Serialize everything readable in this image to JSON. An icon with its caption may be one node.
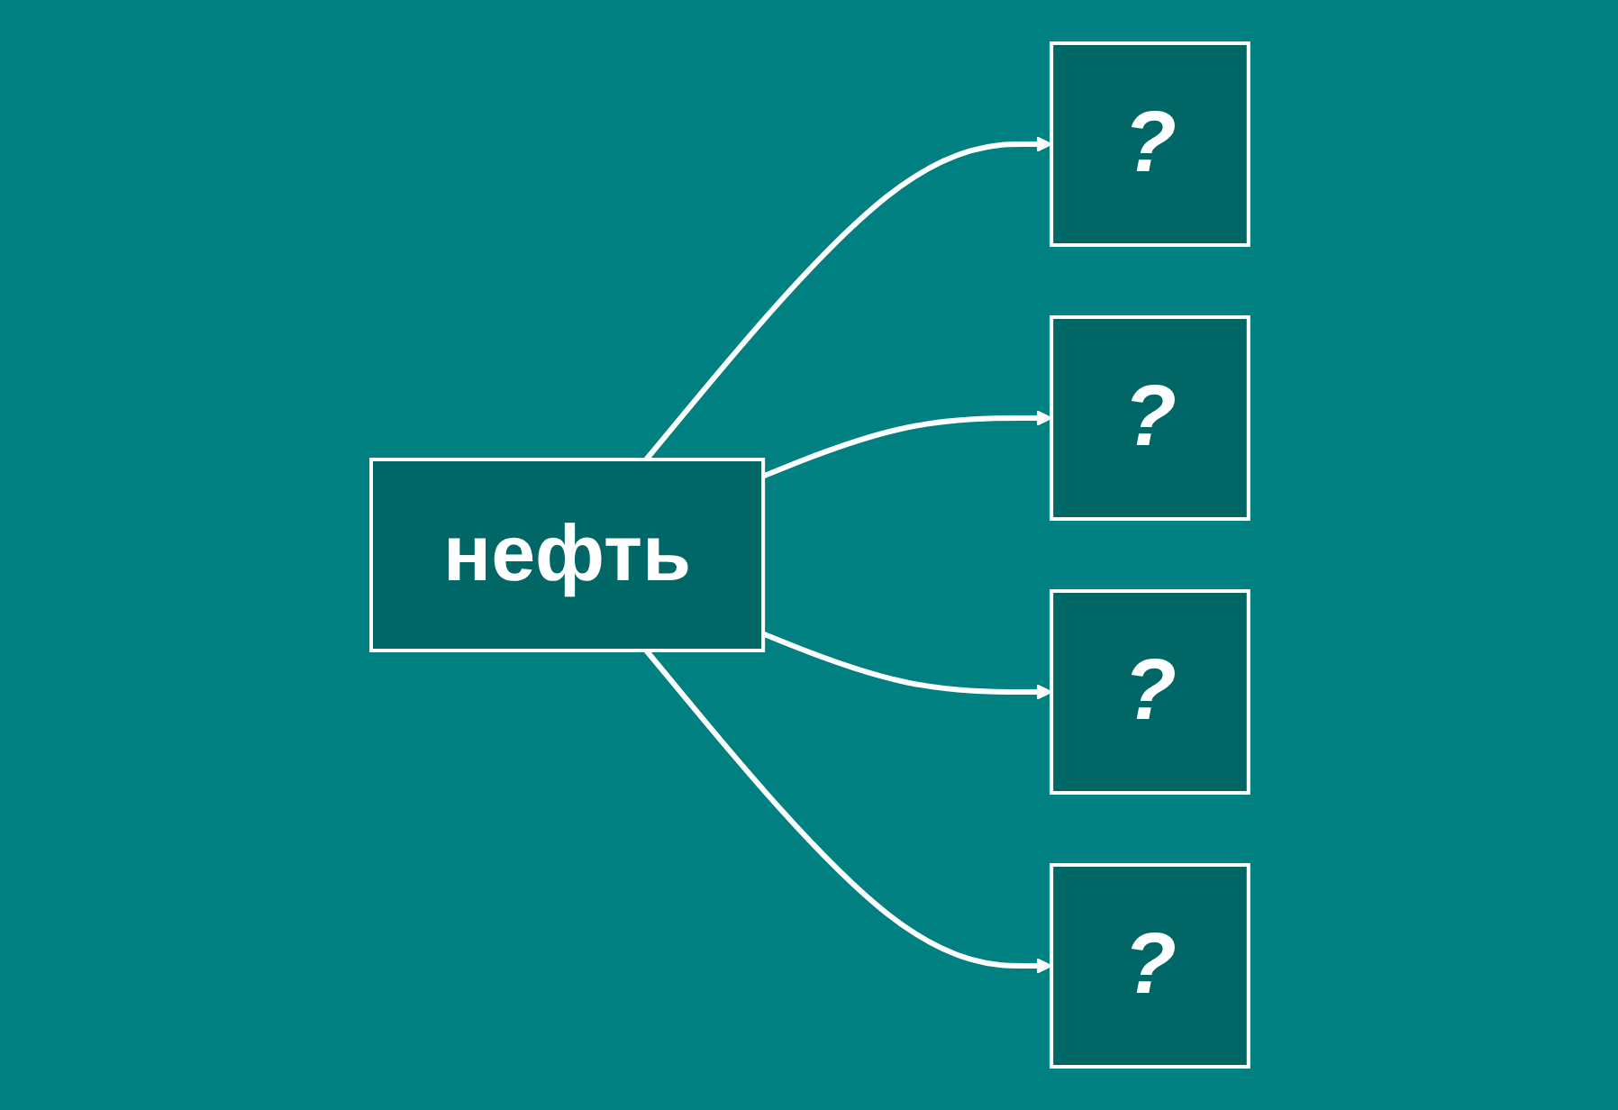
{
  "diagram": {
    "nodes": [
      {
        "text": [
          "нефть"
        ]
      },
      {
        "text": [
          "?"
        ]
      },
      {
        "text": [
          "?"
        ]
      },
      {
        "text": [
          "?"
        ]
      },
      {
        "text": [
          "?"
        ]
      }
    ],
    "edges": [
      {
        "from": 0,
        "to": 1,
        "arrow": "to"
      },
      {
        "from": 0,
        "to": 2,
        "arrow": "to"
      },
      {
        "from": 0,
        "to": 3,
        "arrow": "to"
      },
      {
        "from": 0,
        "to": 4,
        "arrow": "to"
      }
    ]
  }
}
